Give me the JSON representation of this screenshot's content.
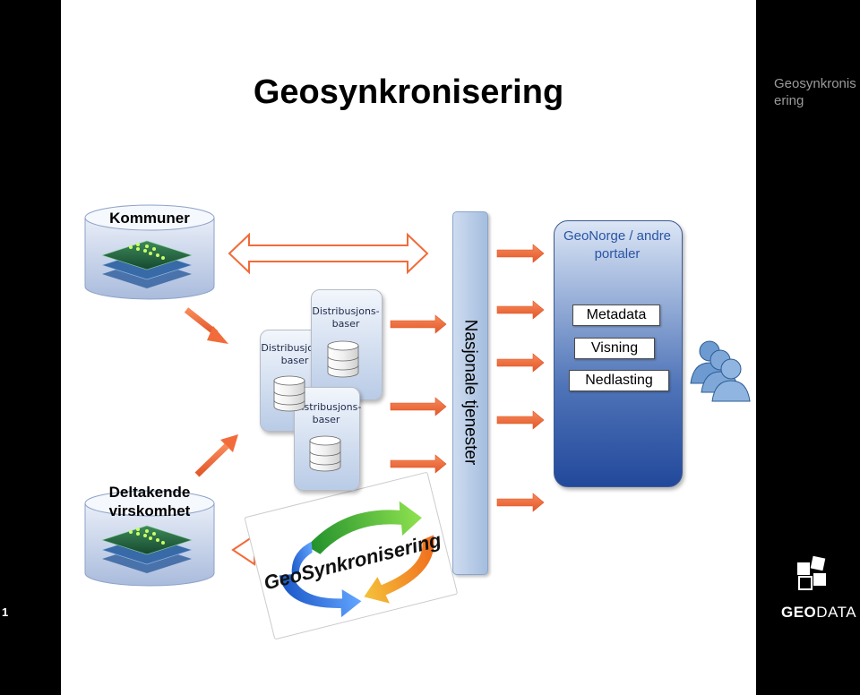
{
  "slide": {
    "title": "Geosynkronisering",
    "side_title": "Geosynkronisering",
    "page_number": "1"
  },
  "databases": {
    "kommuner_label": "Kommuner",
    "deltakende_label": "Deltakende virskomhet"
  },
  "distribution": {
    "back_label": "Distribusjons-\nbaser",
    "top_label": "Distribusjons-\nbaser",
    "front_label": "Distribusjons-\nbaser"
  },
  "services": {
    "label": "Nasjonale tjenester"
  },
  "portal": {
    "title": "GeoNorge / andre portaler",
    "buttons": [
      "Metadata",
      "Visning",
      "Nedlasting"
    ]
  },
  "sync_logo": {
    "text": "GeoSynkronisering"
  },
  "branding": {
    "logo_text_bold": "GEO",
    "logo_text": "DATA"
  },
  "colors": {
    "arrow_orange": "#f26b3a",
    "portal_blue": "#22489b",
    "portal_title": "#2a55a4",
    "side_title_gray": "#9a9a9a"
  }
}
